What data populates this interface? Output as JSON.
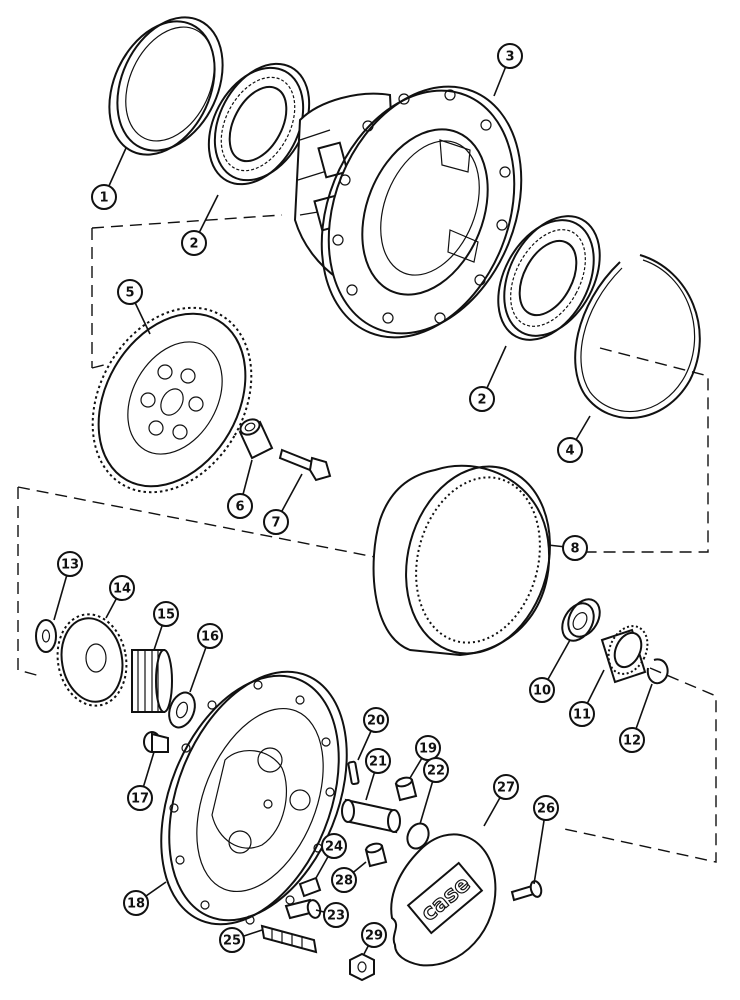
{
  "callouts": [
    {
      "id": "c1",
      "label": "1"
    },
    {
      "id": "c2a",
      "label": "2"
    },
    {
      "id": "c3",
      "label": "3"
    },
    {
      "id": "c2b",
      "label": "2"
    },
    {
      "id": "c4",
      "label": "4"
    },
    {
      "id": "c5",
      "label": "5"
    },
    {
      "id": "c6",
      "label": "6"
    },
    {
      "id": "c7",
      "label": "7"
    },
    {
      "id": "c8",
      "label": "8"
    },
    {
      "id": "c13",
      "label": "13"
    },
    {
      "id": "c14",
      "label": "14"
    },
    {
      "id": "c15",
      "label": "15"
    },
    {
      "id": "c16",
      "label": "16"
    },
    {
      "id": "c10",
      "label": "10"
    },
    {
      "id": "c11",
      "label": "11"
    },
    {
      "id": "c12",
      "label": "12"
    },
    {
      "id": "c17",
      "label": "17"
    },
    {
      "id": "c20",
      "label": "20"
    },
    {
      "id": "c19",
      "label": "19"
    },
    {
      "id": "c21",
      "label": "21"
    },
    {
      "id": "c22",
      "label": "22"
    },
    {
      "id": "c27",
      "label": "27"
    },
    {
      "id": "c26",
      "label": "26"
    },
    {
      "id": "c24",
      "label": "24"
    },
    {
      "id": "c28",
      "label": "28"
    },
    {
      "id": "c18",
      "label": "18"
    },
    {
      "id": "c23",
      "label": "23"
    },
    {
      "id": "c25",
      "label": "25"
    },
    {
      "id": "c29",
      "label": "29"
    }
  ],
  "cover_logo": "case"
}
